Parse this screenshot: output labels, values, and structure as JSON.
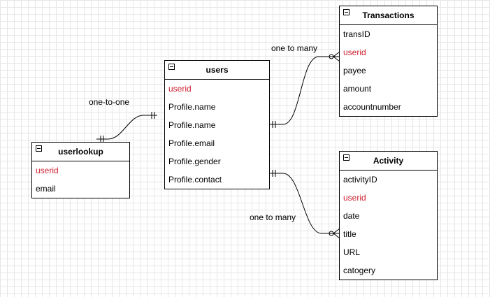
{
  "colors": {
    "key_field": "#d0202f",
    "line": "#000000",
    "grid": "#e6e6e6"
  },
  "entities": {
    "users": {
      "title": "users",
      "fields": [
        {
          "label": "userid",
          "key": true
        },
        {
          "label": "Profile.name",
          "key": false
        },
        {
          "label": "Profile.name",
          "key": false
        },
        {
          "label": "Profile.email",
          "key": false
        },
        {
          "label": "Profile.gender",
          "key": false
        },
        {
          "label": "Profile.contact",
          "key": false
        }
      ]
    },
    "transactions": {
      "title": "Transactions",
      "fields": [
        {
          "label": "transID",
          "key": false
        },
        {
          "label": "userid",
          "key": true
        },
        {
          "label": "payee",
          "key": false
        },
        {
          "label": "amount",
          "key": false
        },
        {
          "label": "accountnumber",
          "key": false
        }
      ]
    },
    "activity": {
      "title": "Activity",
      "fields": [
        {
          "label": "activityID",
          "key": false
        },
        {
          "label": "userid",
          "key": true
        },
        {
          "label": "date",
          "key": false
        },
        {
          "label": "title",
          "key": false
        },
        {
          "label": "URL",
          "key": false
        },
        {
          "label": "catogery",
          "key": false
        }
      ]
    },
    "userlookup": {
      "title": "userlookup",
      "fields": [
        {
          "label": "userid",
          "key": true
        },
        {
          "label": "email",
          "key": false
        }
      ]
    }
  },
  "relationships": {
    "users_transactions": "one to many",
    "users_activity": "one to many",
    "userlookup_users": "one-to-one"
  }
}
